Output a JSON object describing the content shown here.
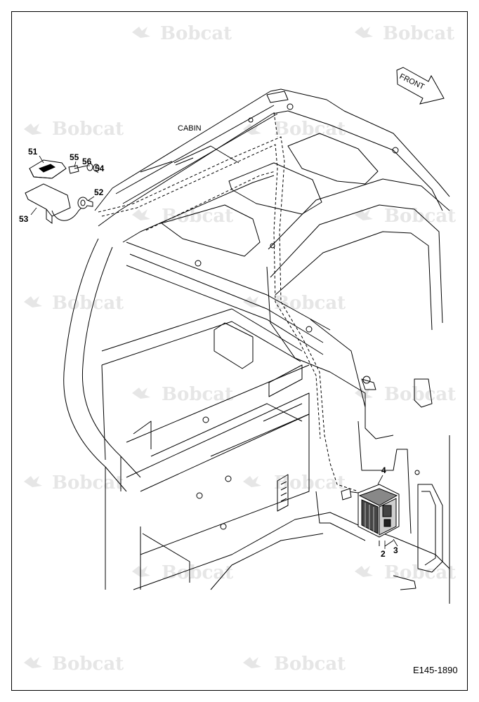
{
  "watermark_text": "Bobcat",
  "cabin_label": "CABIN",
  "front_label": "FRONT",
  "drawing_number": "E145-1890",
  "callouts": [
    {
      "id": "51",
      "text": "51"
    },
    {
      "id": "55",
      "text": "55"
    },
    {
      "id": "56",
      "text": "56"
    },
    {
      "id": "54",
      "text": "54"
    },
    {
      "id": "52",
      "text": "52"
    },
    {
      "id": "53",
      "text": "53"
    },
    {
      "id": "4",
      "text": "4"
    },
    {
      "id": "2",
      "text": "2"
    },
    {
      "id": "3",
      "text": "3"
    }
  ],
  "colors": {
    "line": "#000000",
    "light_line": "#555555",
    "watermark": "#e6e6e6",
    "module_fill": "#444444"
  }
}
